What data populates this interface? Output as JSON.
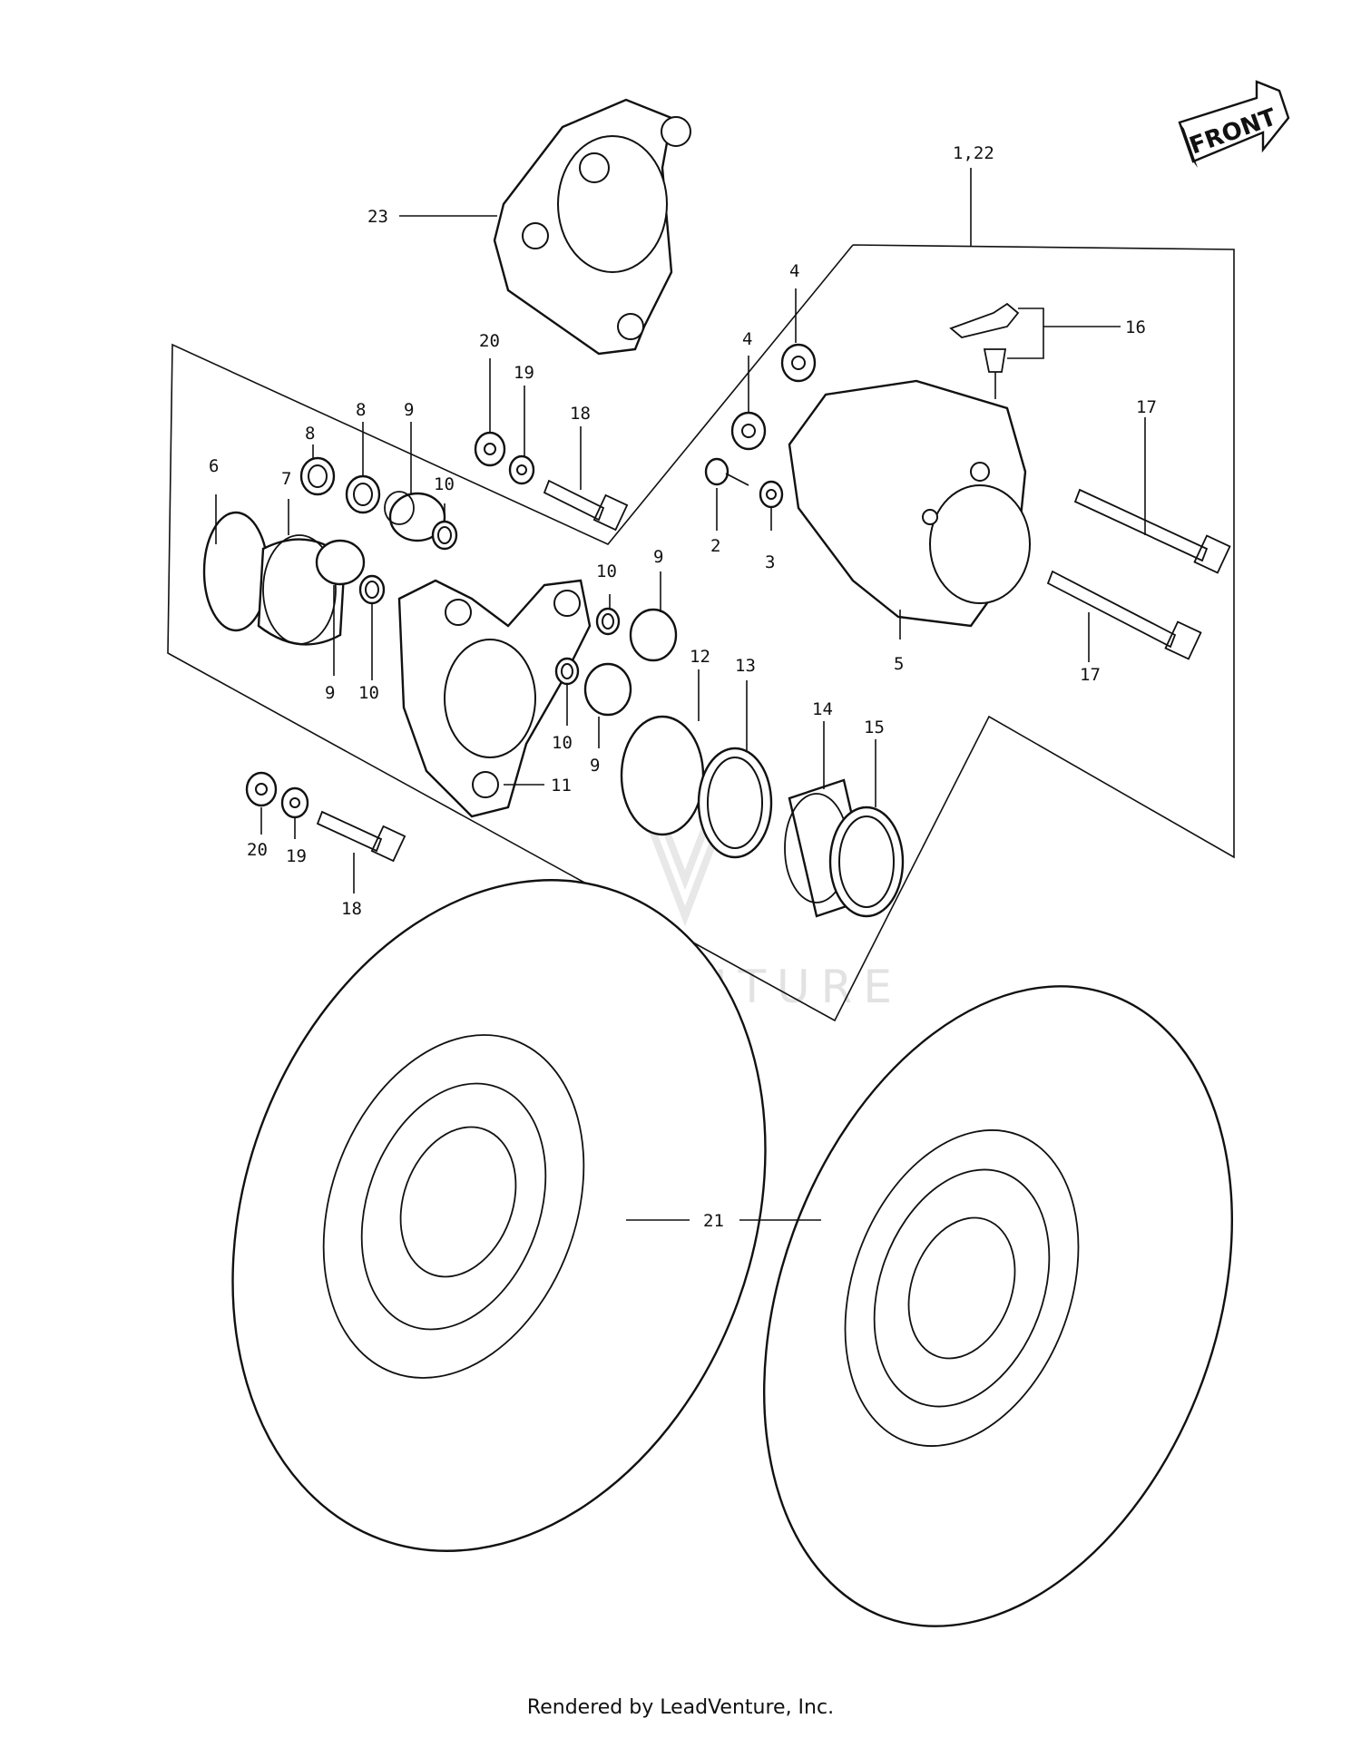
{
  "front_badge": "FRONT",
  "callouts": {
    "c1_22": "1,22",
    "c23": "23",
    "c4a": "4",
    "c4b": "4",
    "c16": "16",
    "c17a": "17",
    "c17b": "17",
    "c20a": "20",
    "c19a": "19",
    "c18a": "18",
    "c8a": "8",
    "c8b": "8",
    "c9a": "9",
    "c10a": "10",
    "c6": "6",
    "c7": "7",
    "c2": "2",
    "c3": "3",
    "c5": "5",
    "c10b": "10",
    "c9b": "9",
    "c9c": "9",
    "c10c": "10",
    "c12": "12",
    "c13": "13",
    "c14": "14",
    "c15": "15",
    "c10d": "10",
    "c9d": "9",
    "c11": "11",
    "c20b": "20",
    "c19b": "19",
    "c18b": "18",
    "c21": "21"
  },
  "watermark": "LEADVENTURE",
  "footer": "Rendered by LeadVenture, Inc."
}
